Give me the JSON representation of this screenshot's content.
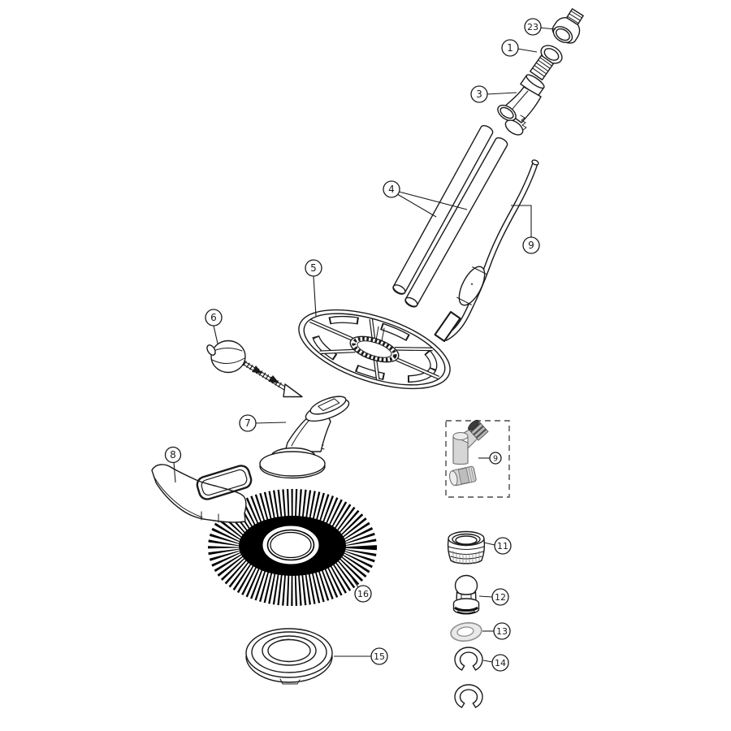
{
  "page": {
    "background": "#ffffff"
  },
  "colors": {
    "ink": "#1a1a1a",
    "part_gray": "#d6d6d6",
    "dark_band": "#333333",
    "disc_black": "#000000"
  },
  "callouts": {
    "n1": "1",
    "n3": "3",
    "n4": "4",
    "n5": "5",
    "n6": "6",
    "n7": "7",
    "n8": "8",
    "n9": "9",
    "n9_inset": "9",
    "n11": "11",
    "n12": "12",
    "n13": "13",
    "n14": "14",
    "n15": "15",
    "n16": "16",
    "n23": "23"
  }
}
